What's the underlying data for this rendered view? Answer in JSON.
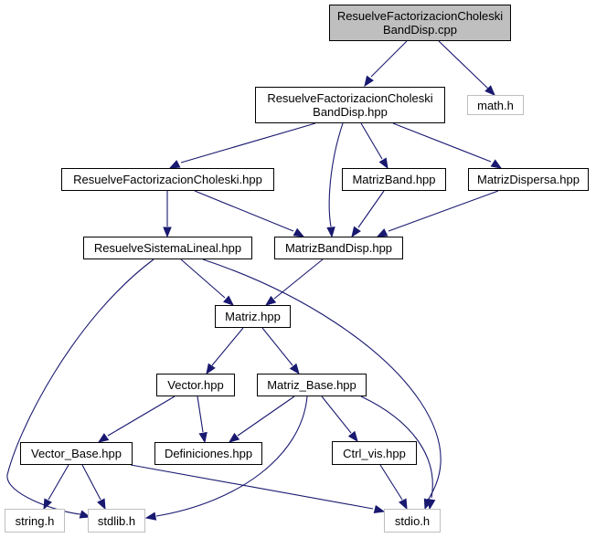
{
  "graph": {
    "type": "include-dependency-graph",
    "colors": {
      "edge": "#191970",
      "root_fill": "#bfbfbf",
      "external_border": "#bfbfbf"
    },
    "nodes": [
      {
        "id": "root",
        "label": "ResuelveFactorizacionCholeski\nBandDisp.cpp",
        "kind": "root"
      },
      {
        "id": "rfcbd_hpp",
        "label": "ResuelveFactorizacionCholeski\nBandDisp.hpp",
        "kind": "project"
      },
      {
        "id": "math_h",
        "label": "math.h",
        "kind": "external"
      },
      {
        "id": "rfc_hpp",
        "label": "ResuelveFactorizacionCholeski.hpp",
        "kind": "project"
      },
      {
        "id": "matrizband_hpp",
        "label": "MatrizBand.hpp",
        "kind": "project"
      },
      {
        "id": "matrizdispersa_hpp",
        "label": "MatrizDispersa.hpp",
        "kind": "project"
      },
      {
        "id": "rsl_hpp",
        "label": "ResuelveSistemaLineal.hpp",
        "kind": "project"
      },
      {
        "id": "matrizbanddisp_hpp",
        "label": "MatrizBandDisp.hpp",
        "kind": "project"
      },
      {
        "id": "matriz_hpp",
        "label": "Matriz.hpp",
        "kind": "project"
      },
      {
        "id": "vector_hpp",
        "label": "Vector.hpp",
        "kind": "project"
      },
      {
        "id": "matriz_base_hpp",
        "label": "Matriz_Base.hpp",
        "kind": "project"
      },
      {
        "id": "vector_base_hpp",
        "label": "Vector_Base.hpp",
        "kind": "project"
      },
      {
        "id": "definiciones_hpp",
        "label": "Definiciones.hpp",
        "kind": "project"
      },
      {
        "id": "ctrl_vis_hpp",
        "label": "Ctrl_vis.hpp",
        "kind": "project"
      },
      {
        "id": "string_h",
        "label": "string.h",
        "kind": "external"
      },
      {
        "id": "stdlib_h",
        "label": "stdlib.h",
        "kind": "external"
      },
      {
        "id": "stdio_h",
        "label": "stdio.h",
        "kind": "external"
      }
    ],
    "edges": [
      {
        "from": "root",
        "to": "rfcbd_hpp"
      },
      {
        "from": "root",
        "to": "math_h"
      },
      {
        "from": "rfcbd_hpp",
        "to": "rfc_hpp"
      },
      {
        "from": "rfcbd_hpp",
        "to": "matrizbanddisp_hpp"
      },
      {
        "from": "rfcbd_hpp",
        "to": "matrizband_hpp"
      },
      {
        "from": "rfcbd_hpp",
        "to": "matrizdispersa_hpp"
      },
      {
        "from": "rfc_hpp",
        "to": "rsl_hpp"
      },
      {
        "from": "rfc_hpp",
        "to": "matrizbanddisp_hpp"
      },
      {
        "from": "matrizband_hpp",
        "to": "matrizbanddisp_hpp"
      },
      {
        "from": "matrizdispersa_hpp",
        "to": "matrizbanddisp_hpp"
      },
      {
        "from": "rsl_hpp",
        "to": "matriz_hpp"
      },
      {
        "from": "rsl_hpp",
        "to": "stdlib_h"
      },
      {
        "from": "rsl_hpp",
        "to": "stdio_h"
      },
      {
        "from": "matrizbanddisp_hpp",
        "to": "matriz_hpp"
      },
      {
        "from": "matriz_hpp",
        "to": "vector_hpp"
      },
      {
        "from": "matriz_hpp",
        "to": "matriz_base_hpp"
      },
      {
        "from": "vector_hpp",
        "to": "vector_base_hpp"
      },
      {
        "from": "vector_hpp",
        "to": "definiciones_hpp"
      },
      {
        "from": "matriz_base_hpp",
        "to": "definiciones_hpp"
      },
      {
        "from": "matriz_base_hpp",
        "to": "ctrl_vis_hpp"
      },
      {
        "from": "matriz_base_hpp",
        "to": "stdlib_h"
      },
      {
        "from": "matriz_base_hpp",
        "to": "stdio_h"
      },
      {
        "from": "vector_base_hpp",
        "to": "string_h"
      },
      {
        "from": "vector_base_hpp",
        "to": "stdlib_h"
      },
      {
        "from": "vector_base_hpp",
        "to": "stdio_h"
      },
      {
        "from": "ctrl_vis_hpp",
        "to": "stdio_h"
      }
    ]
  }
}
